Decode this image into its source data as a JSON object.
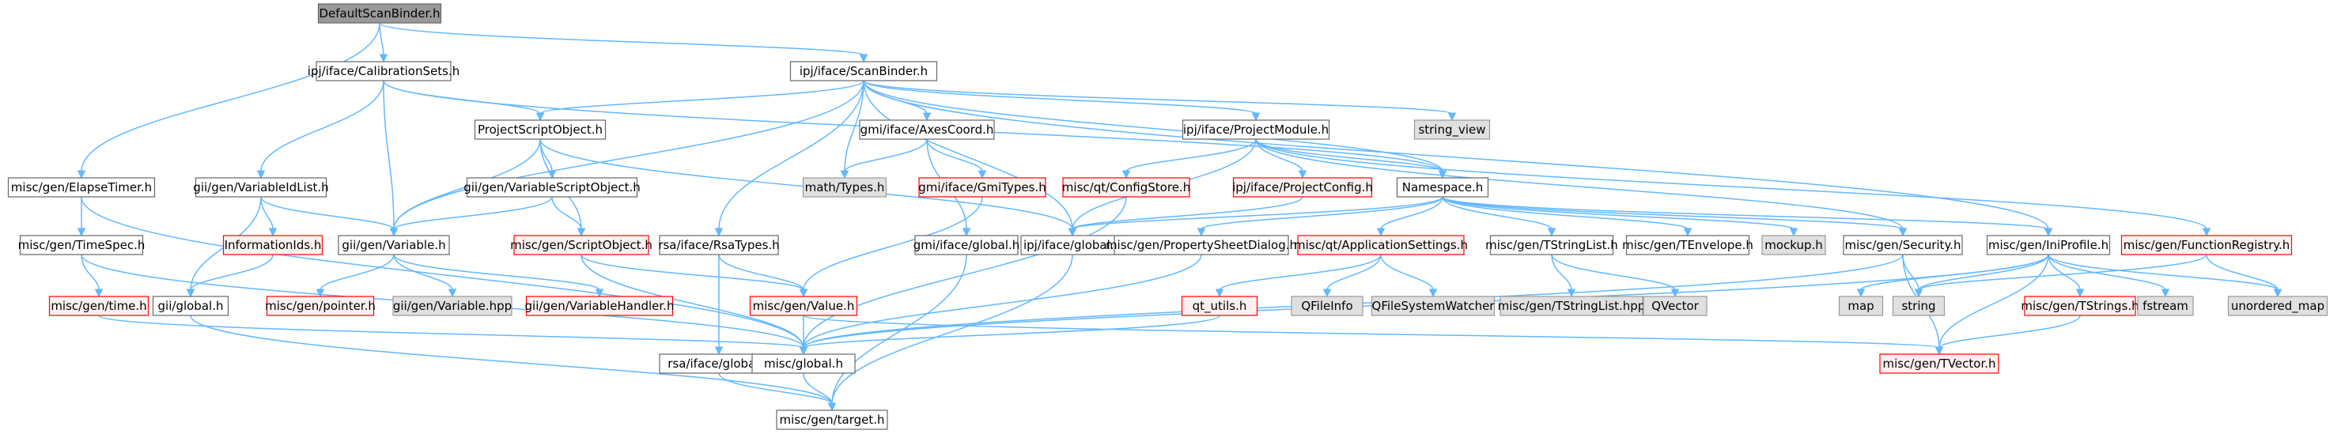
{
  "nodes": [
    {
      "id": "n0",
      "label": "DefaultScanBinder.h",
      "kind": "current"
    },
    {
      "id": "n1",
      "label": "ipj/iface/CalibrationSets.h",
      "kind": "normal"
    },
    {
      "id": "n2",
      "label": "ipj/iface/ScanBinder.h",
      "kind": "normal"
    },
    {
      "id": "n3",
      "label": "misc/gen/ElapseTimer.h",
      "kind": "normal"
    },
    {
      "id": "n4",
      "label": "gii/gen/VariableIdList.h",
      "kind": "normal"
    },
    {
      "id": "n5",
      "label": "ProjectScriptObject.h",
      "kind": "normal"
    },
    {
      "id": "n6",
      "label": "gmi/iface/AxesCoord.h",
      "kind": "normal"
    },
    {
      "id": "n7",
      "label": "ipj/iface/ProjectModule.h",
      "kind": "normal"
    },
    {
      "id": "n8",
      "label": "string_view",
      "kind": "system"
    },
    {
      "id": "n9",
      "label": "misc/gen/TimeSpec.h",
      "kind": "normal"
    },
    {
      "id": "n10",
      "label": "InformationIds.h",
      "kind": "missing"
    },
    {
      "id": "n11",
      "label": "gii/gen/VariableScriptObject.h",
      "kind": "normal"
    },
    {
      "id": "n12",
      "label": "math/Types.h",
      "kind": "system"
    },
    {
      "id": "n13",
      "label": "gmi/iface/GmiTypes.h",
      "kind": "missing"
    },
    {
      "id": "n14",
      "label": "misc/qt/ConfigStore.h",
      "kind": "missing"
    },
    {
      "id": "n15",
      "label": "ipj/iface/ProjectConfig.h",
      "kind": "missing"
    },
    {
      "id": "n16",
      "label": "Namespace.h",
      "kind": "normal"
    },
    {
      "id": "n17",
      "label": "gii/gen/Variable.h",
      "kind": "normal"
    },
    {
      "id": "n18",
      "label": "misc/gen/ScriptObject.h",
      "kind": "missing"
    },
    {
      "id": "n19",
      "label": "rsa/iface/RsaTypes.h",
      "kind": "normal"
    },
    {
      "id": "n20",
      "label": "gmi/iface/global.h",
      "kind": "normal"
    },
    {
      "id": "n21",
      "label": "ipj/iface/global.h",
      "kind": "normal"
    },
    {
      "id": "n22",
      "label": "misc/gen/PropertySheetDialog.h",
      "kind": "normal"
    },
    {
      "id": "n23",
      "label": "misc/qt/ApplicationSettings.h",
      "kind": "missing"
    },
    {
      "id": "n24",
      "label": "misc/gen/TStringList.h",
      "kind": "normal"
    },
    {
      "id": "n25",
      "label": "misc/gen/TEnvelope.h",
      "kind": "normal"
    },
    {
      "id": "n26",
      "label": "mockup.h",
      "kind": "system"
    },
    {
      "id": "n27",
      "label": "misc/gen/Security.h",
      "kind": "normal"
    },
    {
      "id": "n28",
      "label": "misc/gen/IniProfile.h",
      "kind": "normal"
    },
    {
      "id": "n29",
      "label": "misc/gen/FunctionRegistry.h",
      "kind": "missing"
    },
    {
      "id": "n30",
      "label": "misc/gen/time.h",
      "kind": "missing"
    },
    {
      "id": "n31",
      "label": "gii/global.h",
      "kind": "normal"
    },
    {
      "id": "n32",
      "label": "misc/gen/pointer.h",
      "kind": "missing"
    },
    {
      "id": "n33",
      "label": "gii/gen/Variable.hpp",
      "kind": "system"
    },
    {
      "id": "n34",
      "label": "gii/gen/VariableHandler.h",
      "kind": "missing"
    },
    {
      "id": "n35",
      "label": "misc/gen/Value.h",
      "kind": "missing"
    },
    {
      "id": "n36",
      "label": "qt_utils.h",
      "kind": "missing"
    },
    {
      "id": "n37",
      "label": "QFileInfo",
      "kind": "system"
    },
    {
      "id": "n38",
      "label": "QFileSystemWatcher",
      "kind": "system"
    },
    {
      "id": "n39",
      "label": "misc/gen/TStringList.hpp",
      "kind": "system"
    },
    {
      "id": "n40",
      "label": "QVector",
      "kind": "system"
    },
    {
      "id": "n41",
      "label": "map",
      "kind": "system"
    },
    {
      "id": "n42",
      "label": "string",
      "kind": "system"
    },
    {
      "id": "n43",
      "label": "misc/gen/TStrings.h",
      "kind": "missing"
    },
    {
      "id": "n44",
      "label": "fstream",
      "kind": "system"
    },
    {
      "id": "n45",
      "label": "unordered_map",
      "kind": "system"
    },
    {
      "id": "n46",
      "label": "rsa/iface/global.h",
      "kind": "normal"
    },
    {
      "id": "n47",
      "label": "misc/global.h",
      "kind": "normal"
    },
    {
      "id": "n48",
      "label": "misc/gen/TVector.h",
      "kind": "missing"
    },
    {
      "id": "n49",
      "label": "misc/gen/target.h",
      "kind": "normal"
    }
  ],
  "edges": [
    [
      "n0",
      "n1"
    ],
    [
      "n0",
      "n2"
    ],
    [
      "n0",
      "n3"
    ],
    [
      "n1",
      "n4"
    ],
    [
      "n1",
      "n5"
    ],
    [
      "n1",
      "n17"
    ],
    [
      "n1",
      "n16"
    ],
    [
      "n2",
      "n5"
    ],
    [
      "n2",
      "n6"
    ],
    [
      "n2",
      "n7"
    ],
    [
      "n2",
      "n8"
    ],
    [
      "n2",
      "n12"
    ],
    [
      "n2",
      "n16"
    ],
    [
      "n2",
      "n17"
    ],
    [
      "n2",
      "n19"
    ],
    [
      "n2",
      "n21"
    ],
    [
      "n2",
      "n28"
    ],
    [
      "n3",
      "n9"
    ],
    [
      "n3",
      "n47"
    ],
    [
      "n4",
      "n10"
    ],
    [
      "n4",
      "n17"
    ],
    [
      "n4",
      "n31"
    ],
    [
      "n5",
      "n11"
    ],
    [
      "n5",
      "n17"
    ],
    [
      "n5",
      "n18"
    ],
    [
      "n5",
      "n21"
    ],
    [
      "n6",
      "n12"
    ],
    [
      "n6",
      "n13"
    ],
    [
      "n6",
      "n20"
    ],
    [
      "n7",
      "n14"
    ],
    [
      "n7",
      "n15"
    ],
    [
      "n7",
      "n16"
    ],
    [
      "n7",
      "n21"
    ],
    [
      "n7",
      "n27"
    ],
    [
      "n7",
      "n29"
    ],
    [
      "n9",
      "n30"
    ],
    [
      "n9",
      "n47"
    ],
    [
      "n10",
      "n31"
    ],
    [
      "n11",
      "n17"
    ],
    [
      "n11",
      "n18"
    ],
    [
      "n13",
      "n35"
    ],
    [
      "n14",
      "n47"
    ],
    [
      "n15",
      "n21"
    ],
    [
      "n16",
      "n21"
    ],
    [
      "n16",
      "n22"
    ],
    [
      "n16",
      "n23"
    ],
    [
      "n16",
      "n24"
    ],
    [
      "n16",
      "n25"
    ],
    [
      "n16",
      "n26"
    ],
    [
      "n16",
      "n27"
    ],
    [
      "n16",
      "n28"
    ],
    [
      "n17",
      "n32"
    ],
    [
      "n17",
      "n33"
    ],
    [
      "n17",
      "n34"
    ],
    [
      "n18",
      "n35"
    ],
    [
      "n18",
      "n47"
    ],
    [
      "n19",
      "n35"
    ],
    [
      "n19",
      "n46"
    ],
    [
      "n20",
      "n49"
    ],
    [
      "n21",
      "n49"
    ],
    [
      "n22",
      "n47"
    ],
    [
      "n23",
      "n36"
    ],
    [
      "n23",
      "n37"
    ],
    [
      "n23",
      "n38"
    ],
    [
      "n24",
      "n39"
    ],
    [
      "n24",
      "n40"
    ],
    [
      "n27",
      "n42"
    ],
    [
      "n27",
      "n47"
    ],
    [
      "n27",
      "n48"
    ],
    [
      "n28",
      "n41"
    ],
    [
      "n28",
      "n42"
    ],
    [
      "n28",
      "n43"
    ],
    [
      "n28",
      "n44"
    ],
    [
      "n28",
      "n45"
    ],
    [
      "n28",
      "n47"
    ],
    [
      "n28",
      "n48"
    ],
    [
      "n29",
      "n42"
    ],
    [
      "n29",
      "n45"
    ],
    [
      "n30",
      "n47"
    ],
    [
      "n31",
      "n49"
    ],
    [
      "n35",
      "n47"
    ],
    [
      "n35",
      "n48"
    ],
    [
      "n36",
      "n47"
    ],
    [
      "n43",
      "n48"
    ],
    [
      "n46",
      "n49"
    ],
    [
      "n47",
      "n49"
    ]
  ],
  "colors": {
    "edge": "#63b8ff",
    "normal_fill": "#ffffff",
    "normal_stroke": "#666666",
    "current_fill": "#999999",
    "current_stroke": "#666666",
    "missing_fill": "#fff0f0",
    "missing_stroke": "#ff0000",
    "system_fill": "#e0e0e0",
    "system_stroke": "#999999"
  }
}
